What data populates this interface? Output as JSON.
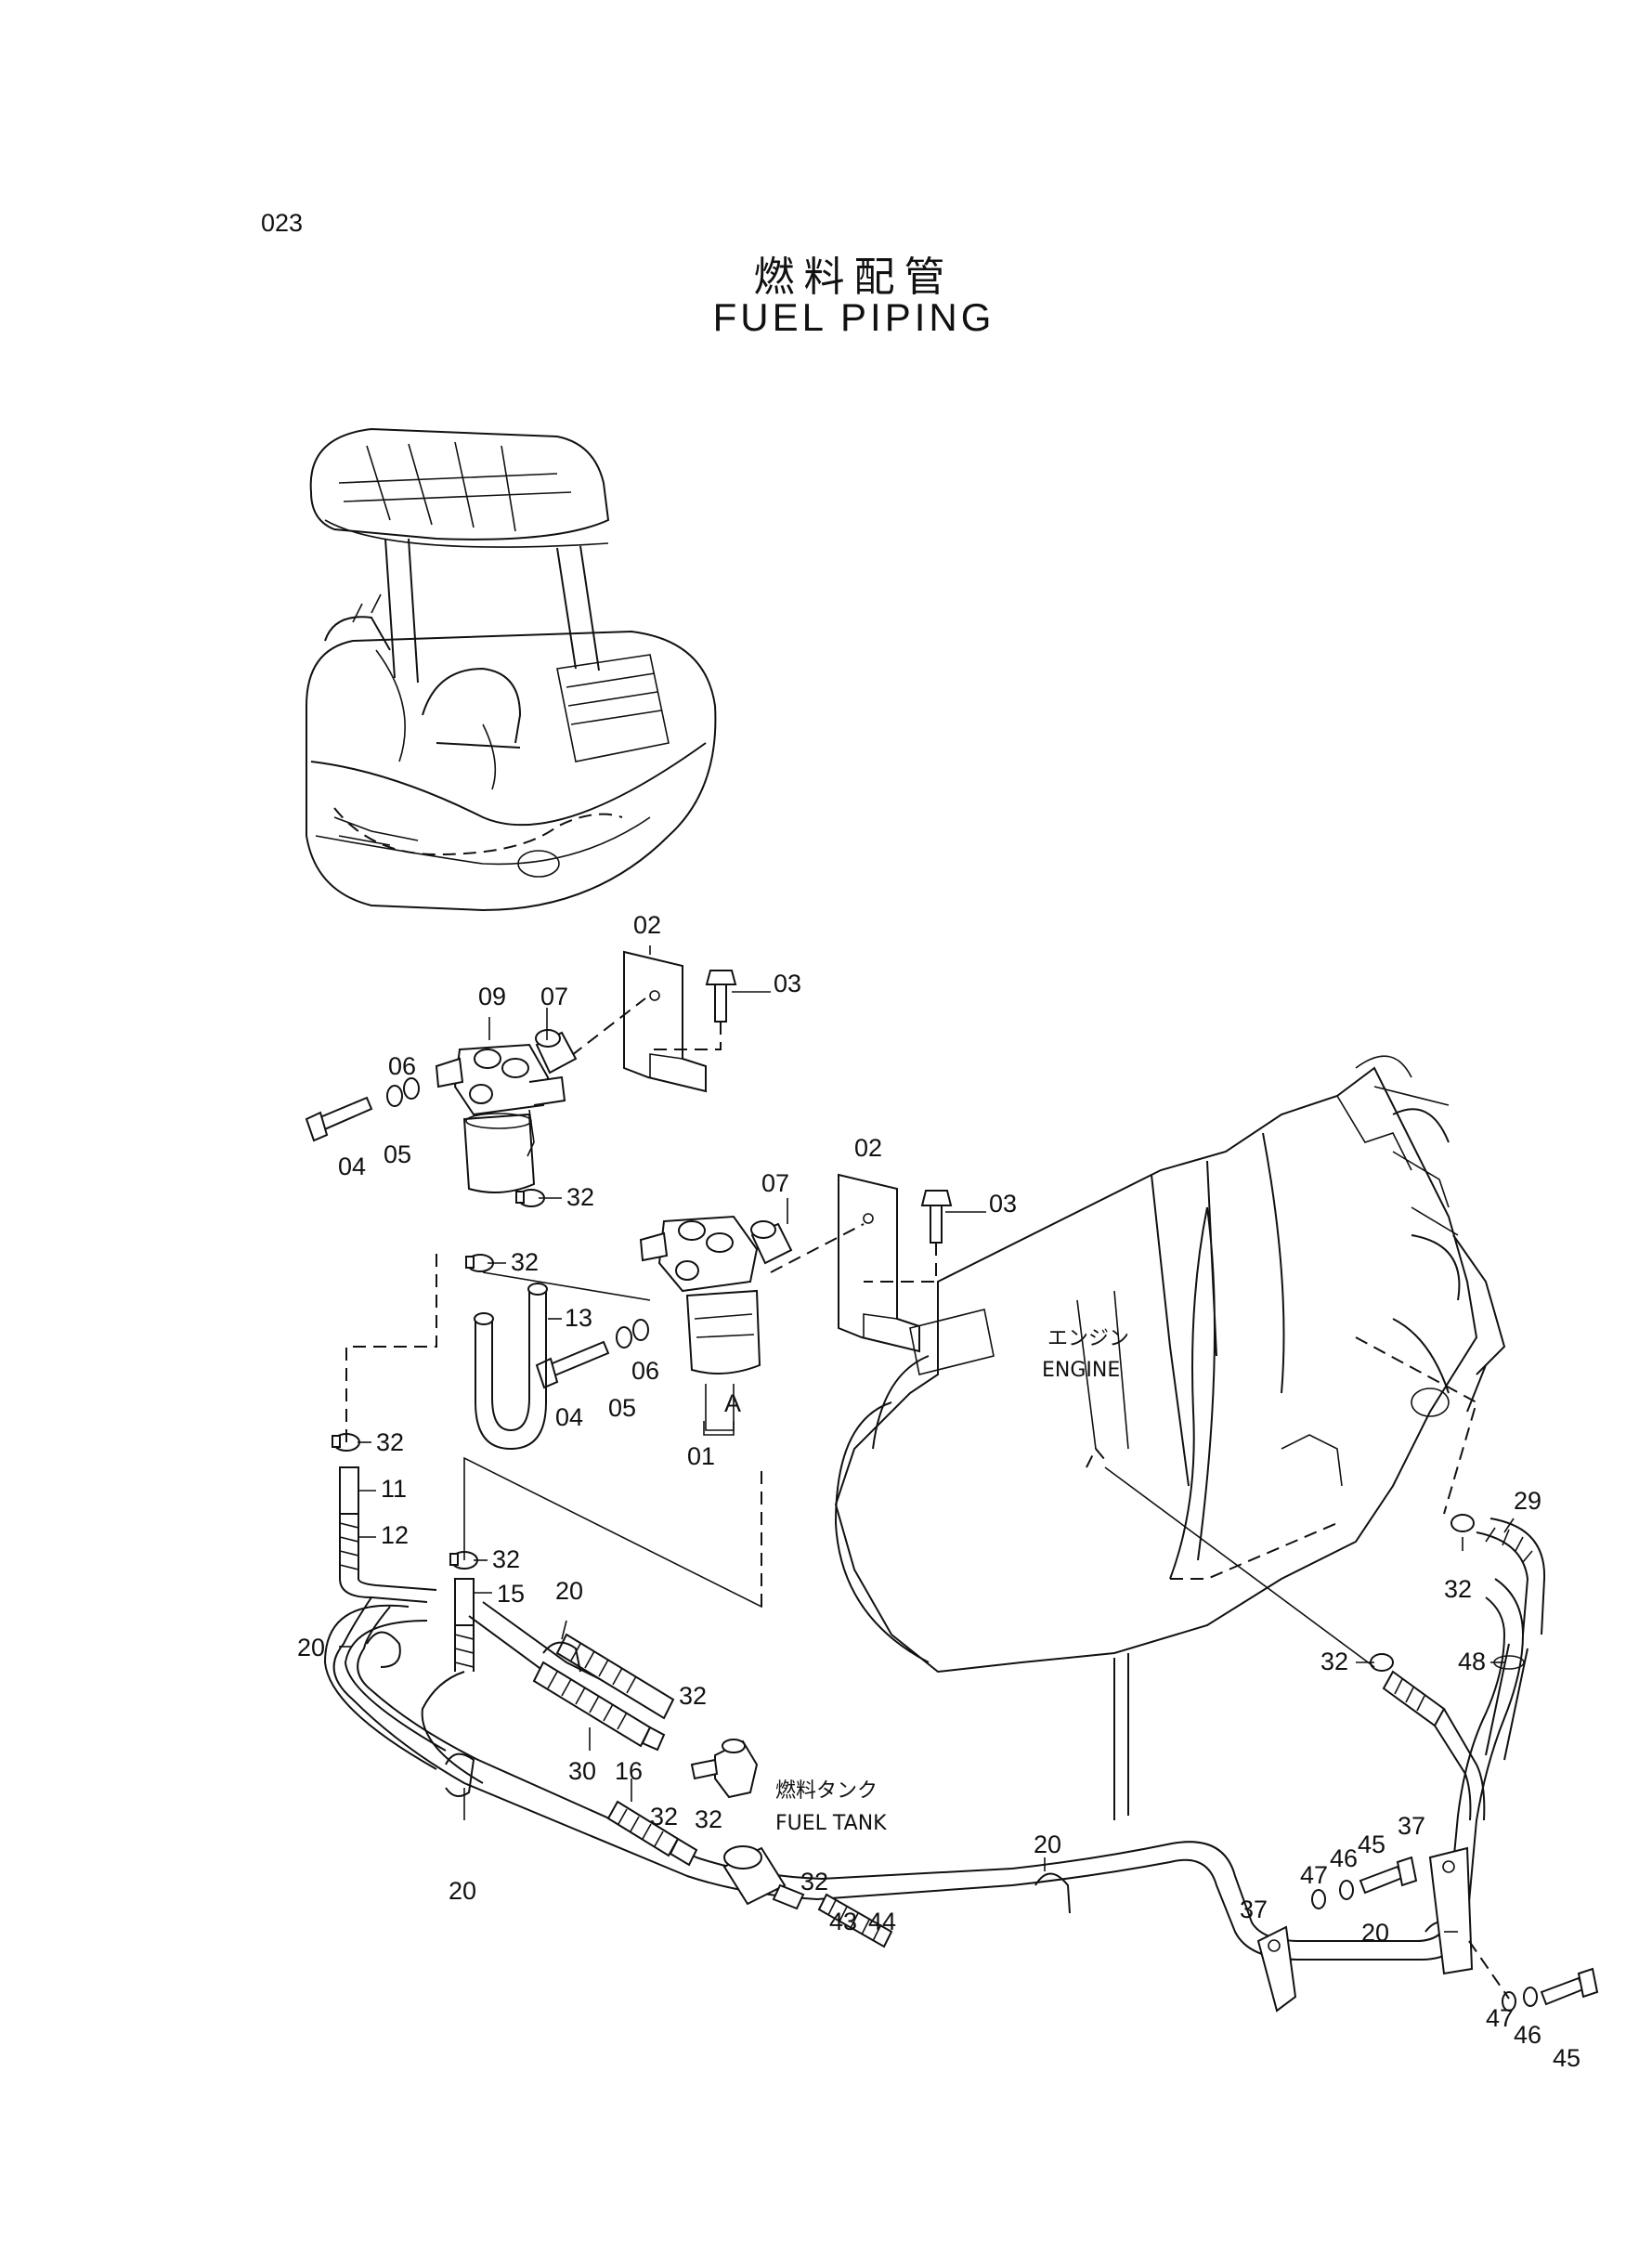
{
  "page_number": "023",
  "title_jp": "燃料配管",
  "title_en": "FUEL PIPING",
  "engine_label_jp": "エンジン",
  "engine_label_en": "ENGINE",
  "fuel_tank_label_jp": "燃料タンク",
  "fuel_tank_label_en": "FUEL TANK",
  "view_marker": "A",
  "part_labels": [
    "02",
    "03",
    "09",
    "07",
    "06",
    "05",
    "04",
    "32",
    "02",
    "07",
    "03",
    "32",
    "13",
    "06",
    "05",
    "04",
    "A",
    "01",
    "32",
    "11",
    "12",
    "32",
    "15",
    "20",
    "20",
    "30",
    "16",
    "32",
    "32",
    "32",
    "20",
    "32",
    "43",
    "44",
    "20",
    "37",
    "37",
    "47",
    "46",
    "45",
    "20",
    "47",
    "46",
    "45",
    "29",
    "32",
    "48",
    "32"
  ]
}
